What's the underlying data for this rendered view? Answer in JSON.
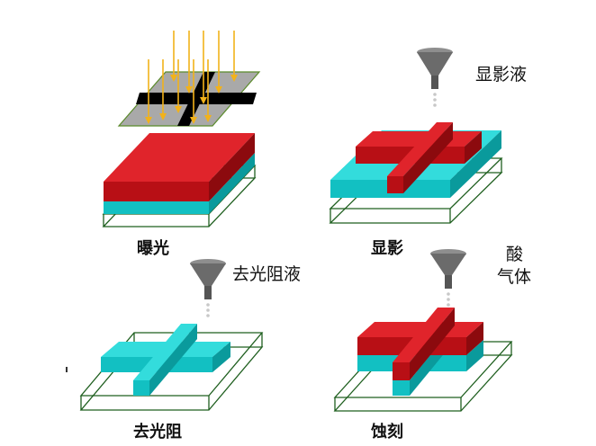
{
  "steps": {
    "exposure": {
      "label": "曝光"
    },
    "develop": {
      "label": "显影",
      "chemical": "显影液"
    },
    "strip": {
      "label": "去光阻",
      "chemical": "去光阻液"
    },
    "etch": {
      "label": "蚀刻",
      "chemical_line1": "酸",
      "chemical_line2": "气体"
    }
  },
  "colors": {
    "photoresist_top": "#e0242b",
    "photoresist_front": "#b80f15",
    "photoresist_side": "#8c0a0e",
    "film_top": "#33dcdc",
    "film_front": "#12c0c2",
    "film_side": "#0a9a9c",
    "wafer_outline": "#1f5f1f",
    "mask_plate": "#a9a9a9",
    "mask_border": "#5a8a2a",
    "mask_pattern": "#000000",
    "light_rays": "#f2b21a",
    "funnel": "#6b6b6b",
    "drops": "#c8c8c8"
  }
}
